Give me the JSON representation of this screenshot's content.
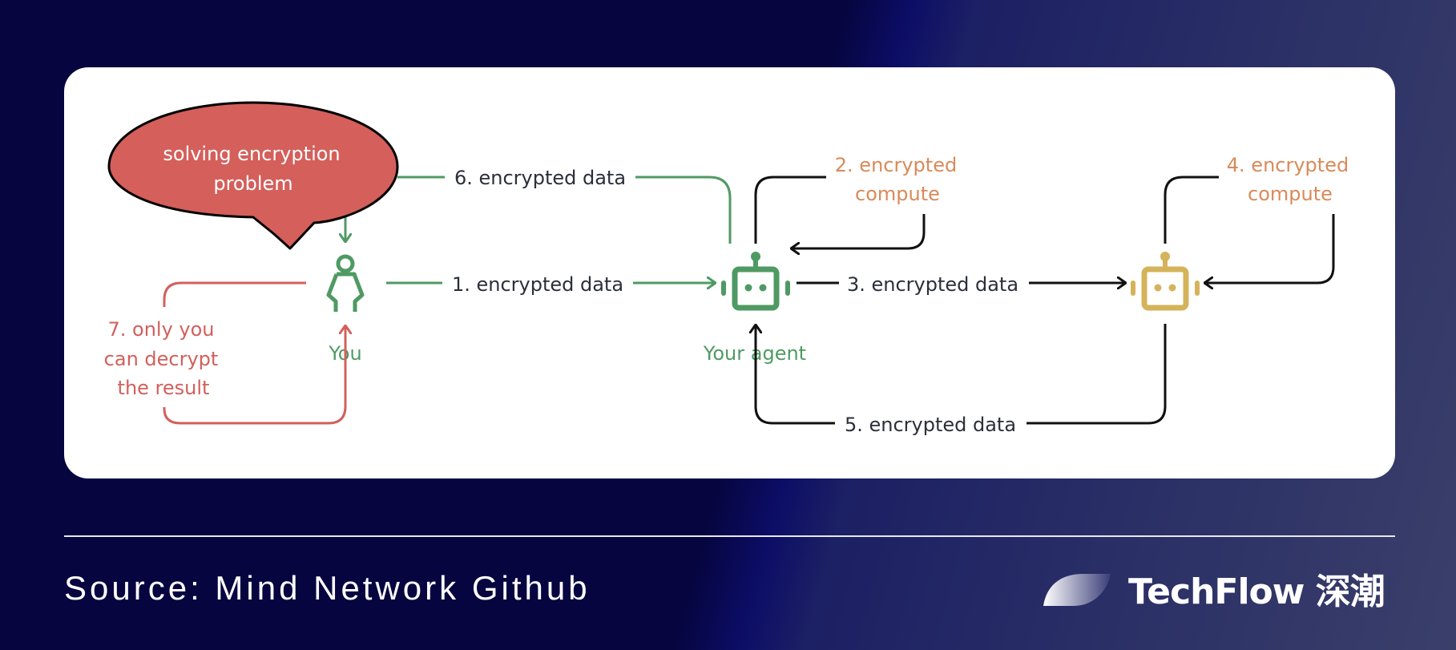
{
  "diagram": {
    "speech_bubble": {
      "line1": "solving encryption",
      "line2": "problem"
    },
    "nodes": {
      "you": {
        "label": "You",
        "icon": "person-icon",
        "color": "#4f9a63"
      },
      "your_agent": {
        "label": "Your agent",
        "icon": "robot-icon",
        "color": "#4f9a63"
      },
      "external_agent": {
        "label": "",
        "icon": "robot-icon",
        "color": "#d4b35a"
      }
    },
    "edges": {
      "step1": "1. encrypted data",
      "step2_line1": "2. encrypted",
      "step2_line2": "compute",
      "step3": "3. encrypted data",
      "step4_line1": "4. encrypted",
      "step4_line2": "compute",
      "step5": "5. encrypted data",
      "step6": "6. encrypted data",
      "step7_line1": "7. only you",
      "step7_line2": "can decrypt",
      "step7_line3": "the result"
    },
    "colors": {
      "green": "#4f9a63",
      "red": "#d2605c",
      "orange": "#d98a5a",
      "yellow": "#d4b35a",
      "black": "#111111",
      "text_dark": "#2b2f3a"
    }
  },
  "footer": {
    "source": "Source: Mind Network Github",
    "brand": "TechFlow 深潮"
  }
}
